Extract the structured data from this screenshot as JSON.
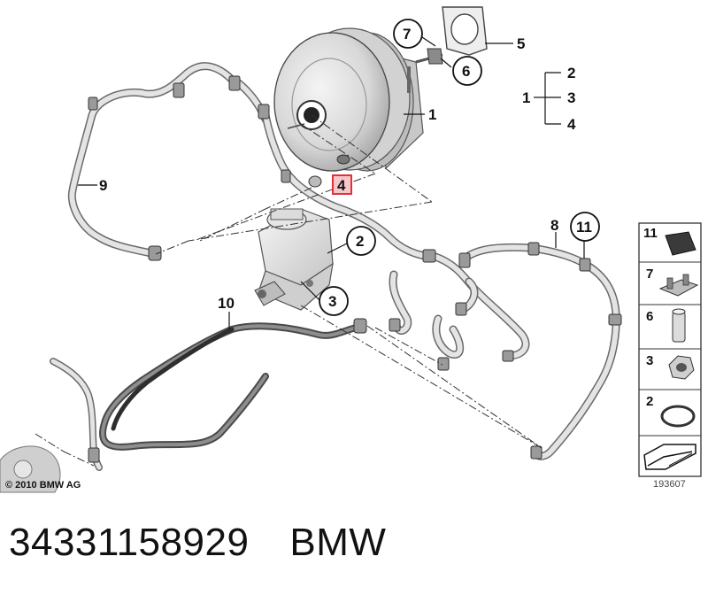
{
  "diagram": {
    "callouts": [
      {
        "id": "c1",
        "label": "1"
      },
      {
        "id": "c2",
        "label": "2"
      },
      {
        "id": "c3",
        "label": "3"
      },
      {
        "id": "c4",
        "label": "4"
      },
      {
        "id": "c5",
        "label": "5"
      },
      {
        "id": "c6",
        "label": "6"
      },
      {
        "id": "c7",
        "label": "7"
      },
      {
        "id": "c8",
        "label": "8"
      },
      {
        "id": "c9",
        "label": "9"
      },
      {
        "id": "c10",
        "label": "10"
      },
      {
        "id": "c11",
        "label": "11"
      }
    ],
    "breakdown": {
      "parent": "1",
      "children": [
        "2",
        "3",
        "4"
      ]
    },
    "legend": [
      {
        "label": "11",
        "icon": "rubber-pad-icon"
      },
      {
        "label": "7",
        "icon": "clip-bracket-icon"
      },
      {
        "label": "6",
        "icon": "pin-sleeve-icon"
      },
      {
        "label": "3",
        "icon": "hex-nut-icon"
      },
      {
        "label": "2",
        "icon": "o-ring-icon"
      }
    ],
    "copyright": "© 2010 BMW AG",
    "diagram_id": "193607",
    "highlight_color": "#e0303a"
  },
  "caption": {
    "part_number": "34331158929",
    "brand": "BMW"
  }
}
